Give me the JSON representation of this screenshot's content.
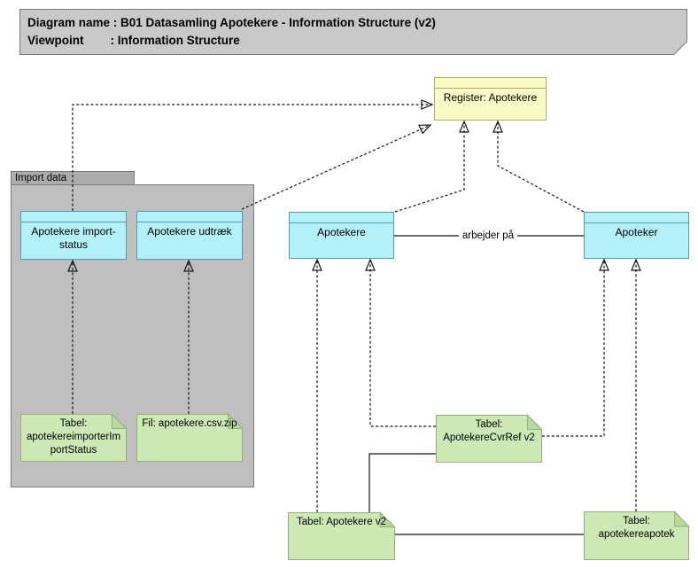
{
  "title_box": {
    "line1": "Diagram name : B01 Datasamling Apotekere - Information Structure (v2)",
    "line2": "Viewpoint        : Information Structure"
  },
  "folder": {
    "label": "Import data"
  },
  "nodes": {
    "register": {
      "label": "Register: Apotekere"
    },
    "apotekere_import_status": {
      "label": "Apotekere import-status"
    },
    "apotekere_udtraek": {
      "label": "Apotekere udtræk"
    },
    "apotekere": {
      "label": "Apotekere"
    },
    "apoteker": {
      "label": "Apoteker"
    }
  },
  "notes": {
    "tabel_apotekereimporter": {
      "label": "Tabel: apotekereimporterImportStatus"
    },
    "fil_apotekere_csv": {
      "label": "Fil: apotekere.csv.zip"
    },
    "tabel_apotekerecvrref": {
      "label": "Tabel: ApotekereCvrRef v2"
    },
    "tabel_apotekere_v2": {
      "label": "Tabel: Apotekere v2"
    },
    "tabel_apotekereapotek": {
      "label": "Tabel: apotekereapotek"
    }
  },
  "relations": {
    "arbejder_paa": "arbejder på"
  },
  "colors": {
    "gray_title": "#C9C9C9",
    "gray_border": "#7A7A7A",
    "folder_tab": "#ACACAC",
    "folder_body": "#BFBFBF",
    "cyan_fill": "#B3F0F8",
    "cyan_border": "#4E9FB0",
    "yellow_fill": "#FBFBC8",
    "yellow_border": "#AEAE6C",
    "green_fill": "#CCE8B5",
    "green_border": "#94B077",
    "green_fold": "#BBD8A1",
    "line": "#141414"
  }
}
